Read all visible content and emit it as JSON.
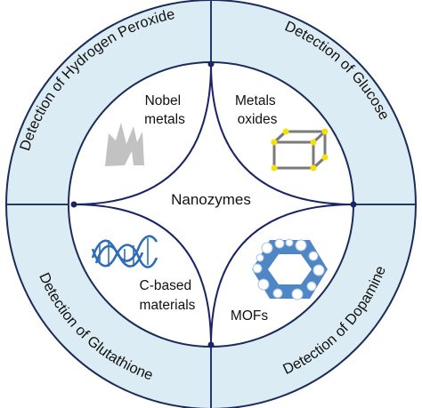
{
  "colors": {
    "ring_fill": "#dcecf5",
    "outline": "#1b2c5a",
    "divider": "#1f3a6b",
    "curve": "#1b2566",
    "cube_dot": "#f3e10c",
    "cube_edge": "#7a7a7a",
    "metal_fill": "#c2c2c2",
    "dna_strand": "#2f6db8",
    "mof_fill": "#4f86c6"
  },
  "ring_labels": {
    "top_left": "Detection of Hydrogen Peroxide",
    "top_right": "Detection of Glucose",
    "bottom_right": "Detection of Dopamine",
    "bottom_left": "Detection of Glutathione"
  },
  "center_label": "Nanozymes",
  "quadrants": {
    "top_left": [
      "Nobel",
      "metals"
    ],
    "top_right": [
      "Metals",
      "oxides"
    ],
    "bottom_left": [
      "C-based",
      "materials"
    ],
    "bottom_right": [
      "MOFs"
    ]
  },
  "icons": {
    "top_left": "metal-shards-icon",
    "top_right": "cube-lattice-icon",
    "bottom_left": "dna-helix-icon",
    "bottom_right": "hexagon-mof-icon"
  }
}
